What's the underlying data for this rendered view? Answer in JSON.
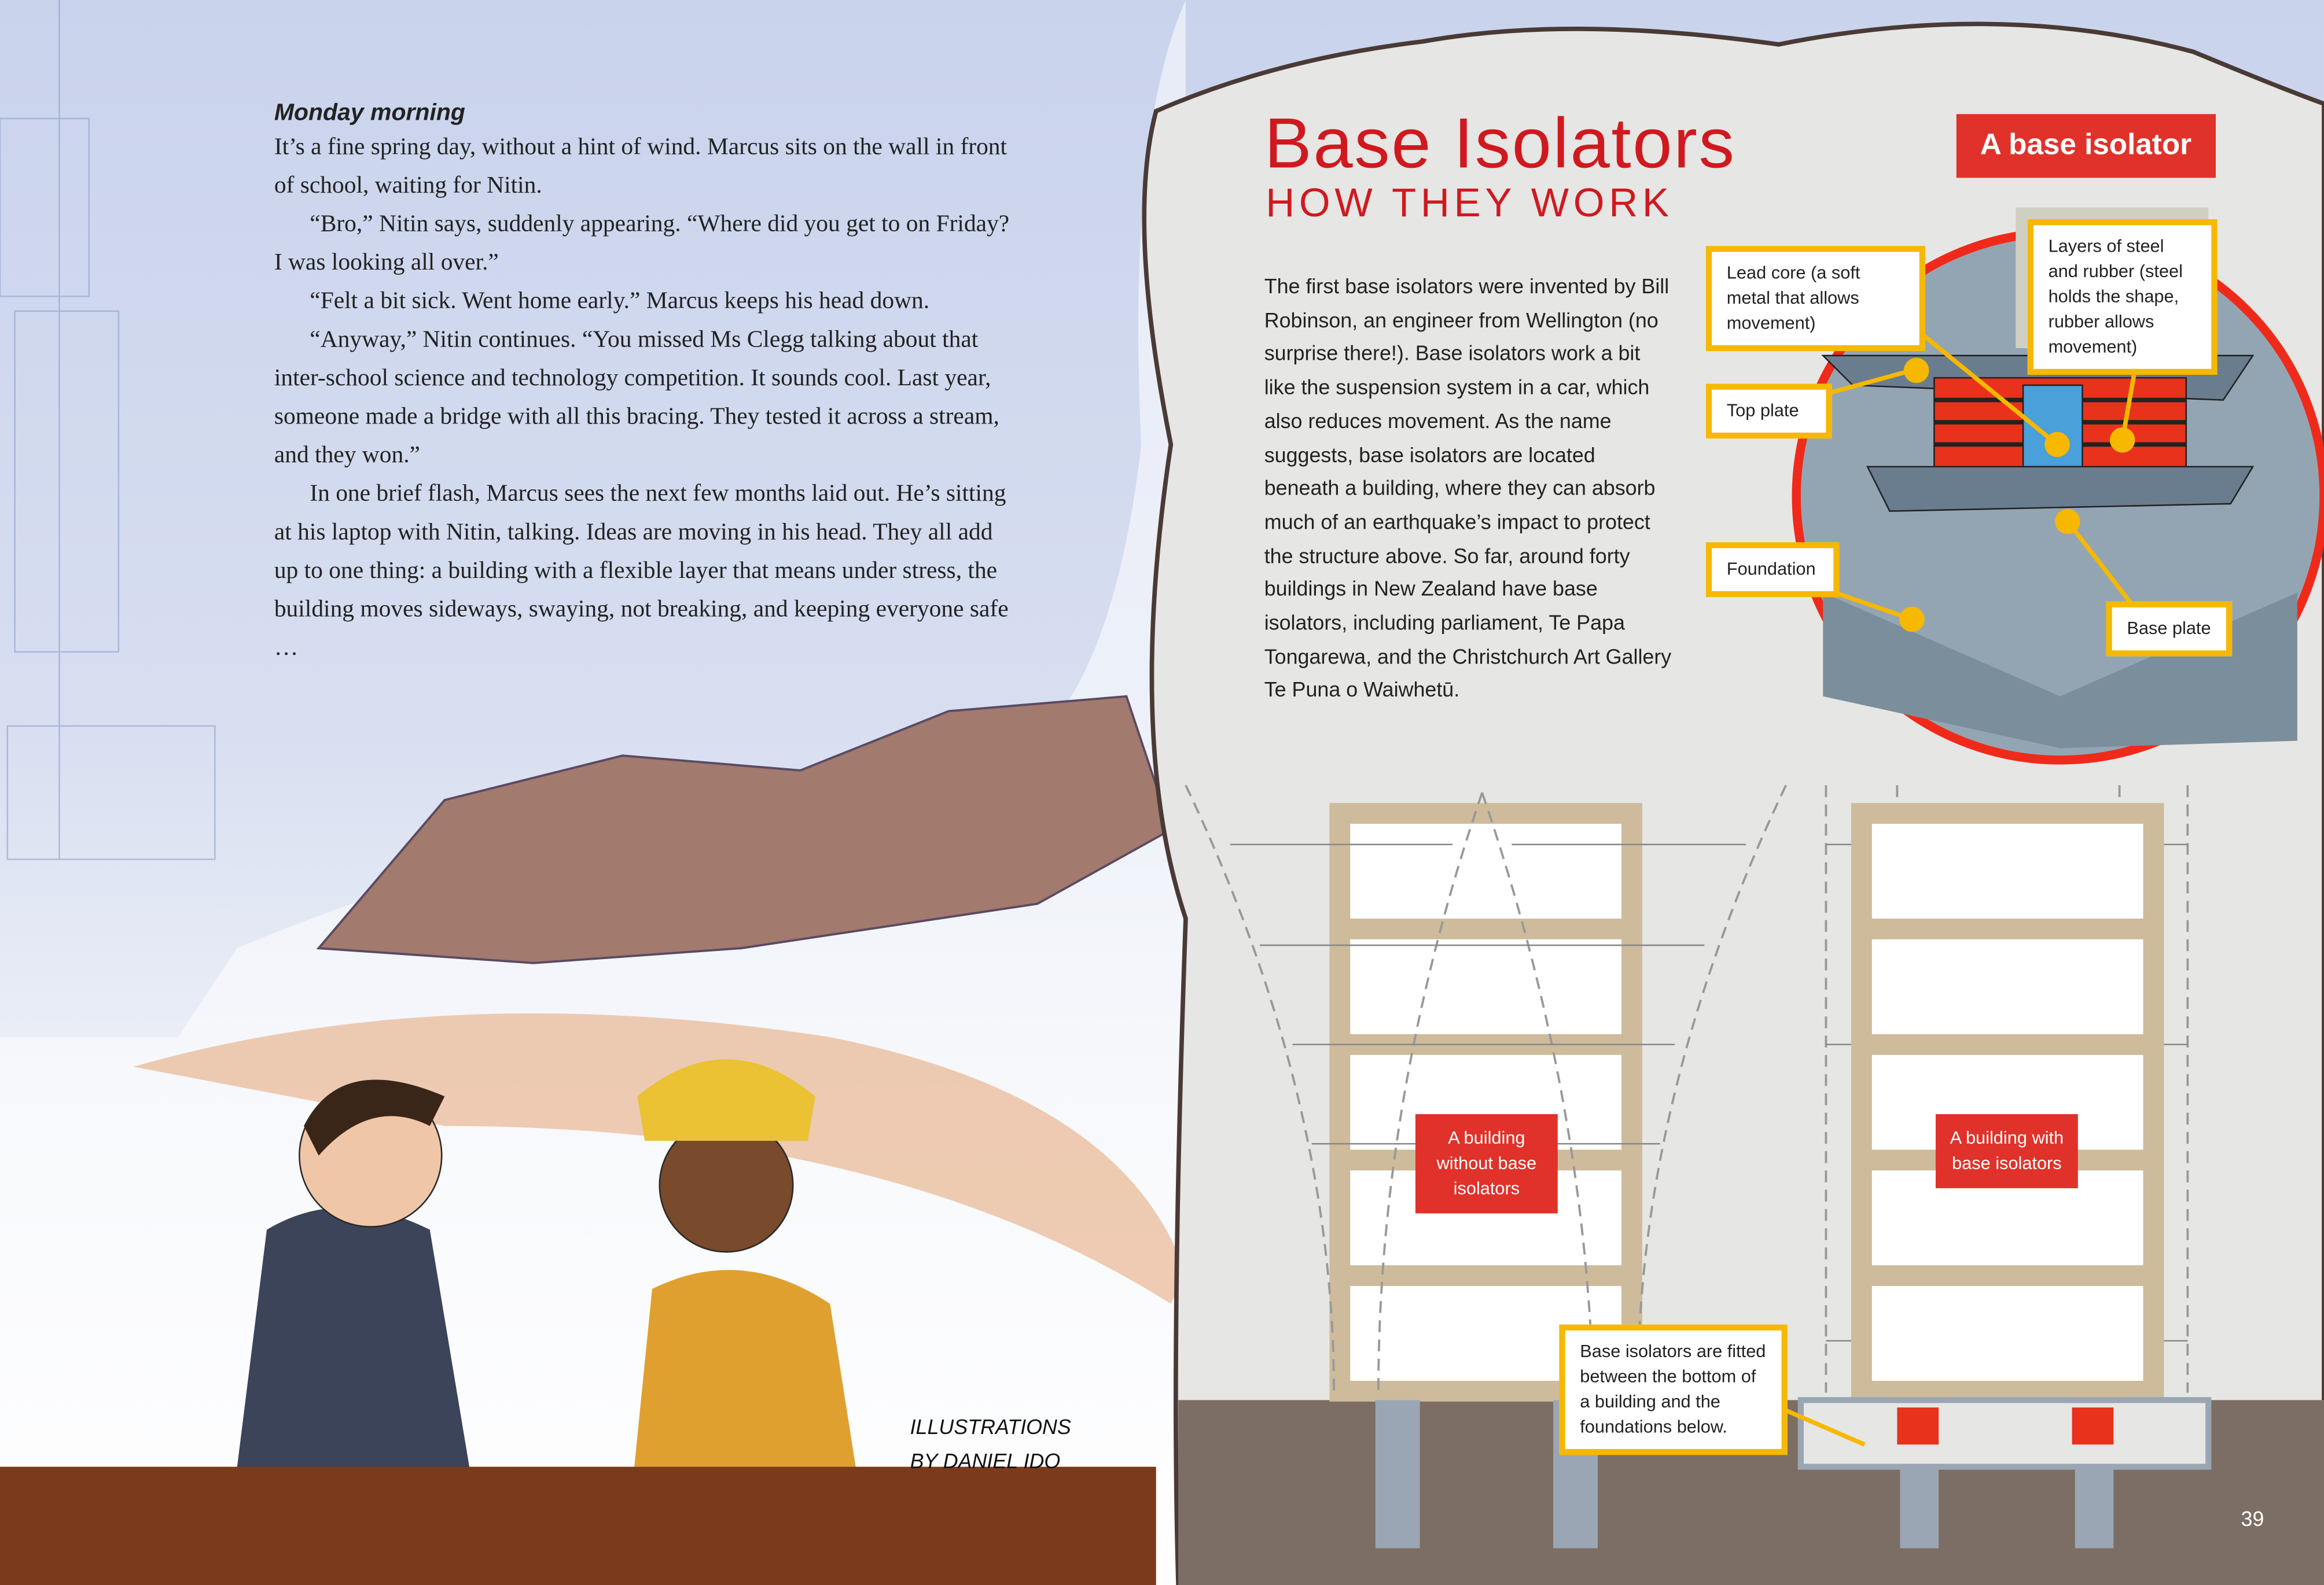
{
  "story": {
    "heading": "Monday morning",
    "paragraphs": [
      "It’s a fine spring day, without a hint of wind. Marcus sits on the wall in front of school, waiting for Nitin.",
      "“Bro,” Nitin says, suddenly appearing. “Where did you get to on Friday? I was looking all over.”",
      "“Felt a bit sick. Went home early.” Marcus keeps his head down.",
      "“Anyway,” Nitin continues. “You missed Ms Clegg talking about that inter-school science and technology competition. It sounds cool. Last year, someone made a bridge with all this bracing. They tested it across a stream, and they won.”",
      "In one brief flash, Marcus sees the next few months laid out. He’s sitting at his laptop with Nitin, talking. Ideas are moving in his head. They all add up to one thing: a building with a flexible layer that means under stress, the building moves sideways, swaying, not breaking, and keeping everyone safe …"
    ],
    "credit_line1": "ILLUSTRATIONS",
    "credit_line2": "BY DANIEL IDO"
  },
  "feature": {
    "title": "Base Isolators",
    "subtitle": "HOW THEY WORK",
    "body": "The first base isolators were invented by Bill Robinson, an engineer from Wellington (no surprise there!). Base isolators work a bit like the suspension system in a car, which also reduces movement. As the name suggests, base isolators are located beneath a building, where they can absorb much of an earthquake’s impact to protect the structure above. So far, around forty buildings in New Zealand have base isolators, including parliament, Te Papa Tongarewa, and the Christchurch Art Gallery Te Puna o Waiwhetū."
  },
  "diagram": {
    "tag": "A base isolator",
    "lead_core": "Lead core (a soft metal that allows movement)",
    "layers": "Layers of steel and rubber (steel holds the shape, rubber allows movement)",
    "top_plate": "Top plate",
    "foundation": "Foundation",
    "base_plate": "Base plate"
  },
  "buildings": {
    "without": "A building without base isolators",
    "with": "A building with base isolators",
    "fitted_note": "Base isolators are fitted between the bottom of a building and the foundations below."
  },
  "page_number": "39",
  "colors": {
    "accent_red": "#d0191f",
    "callout_yellow": "#f6b800",
    "frame_tan": "#cdbb9b"
  }
}
